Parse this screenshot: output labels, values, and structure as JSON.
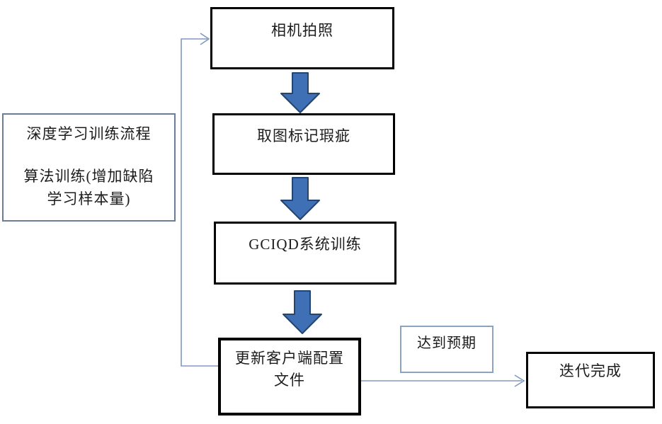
{
  "diagram": {
    "left_panel": {
      "lines": [
        "深度学习训练流程",
        "算法训练(增加缺陷",
        "学习样本量)"
      ]
    },
    "nodes": {
      "camera": {
        "label": "相机拍照"
      },
      "mark_defects": {
        "label": "取图标记瑕疵"
      },
      "system_training": {
        "label": "GCIQD系统训练"
      },
      "update_config": {
        "lines": [
          "更新客户端配置",
          "文件"
        ]
      },
      "reach_expectation": {
        "label": "达到预期"
      },
      "iteration_done": {
        "label": "迭代完成"
      }
    }
  },
  "colors": {
    "block-arrow-fill": "#3f6fb5",
    "block-arrow-border": "#24456e",
    "connector": "#8099bf",
    "node-border": "#000000",
    "left-panel-border": "#6b7c96",
    "expect-border": "#8ba3c0",
    "text": "#1c1c1c",
    "background": "#ffffff"
  }
}
